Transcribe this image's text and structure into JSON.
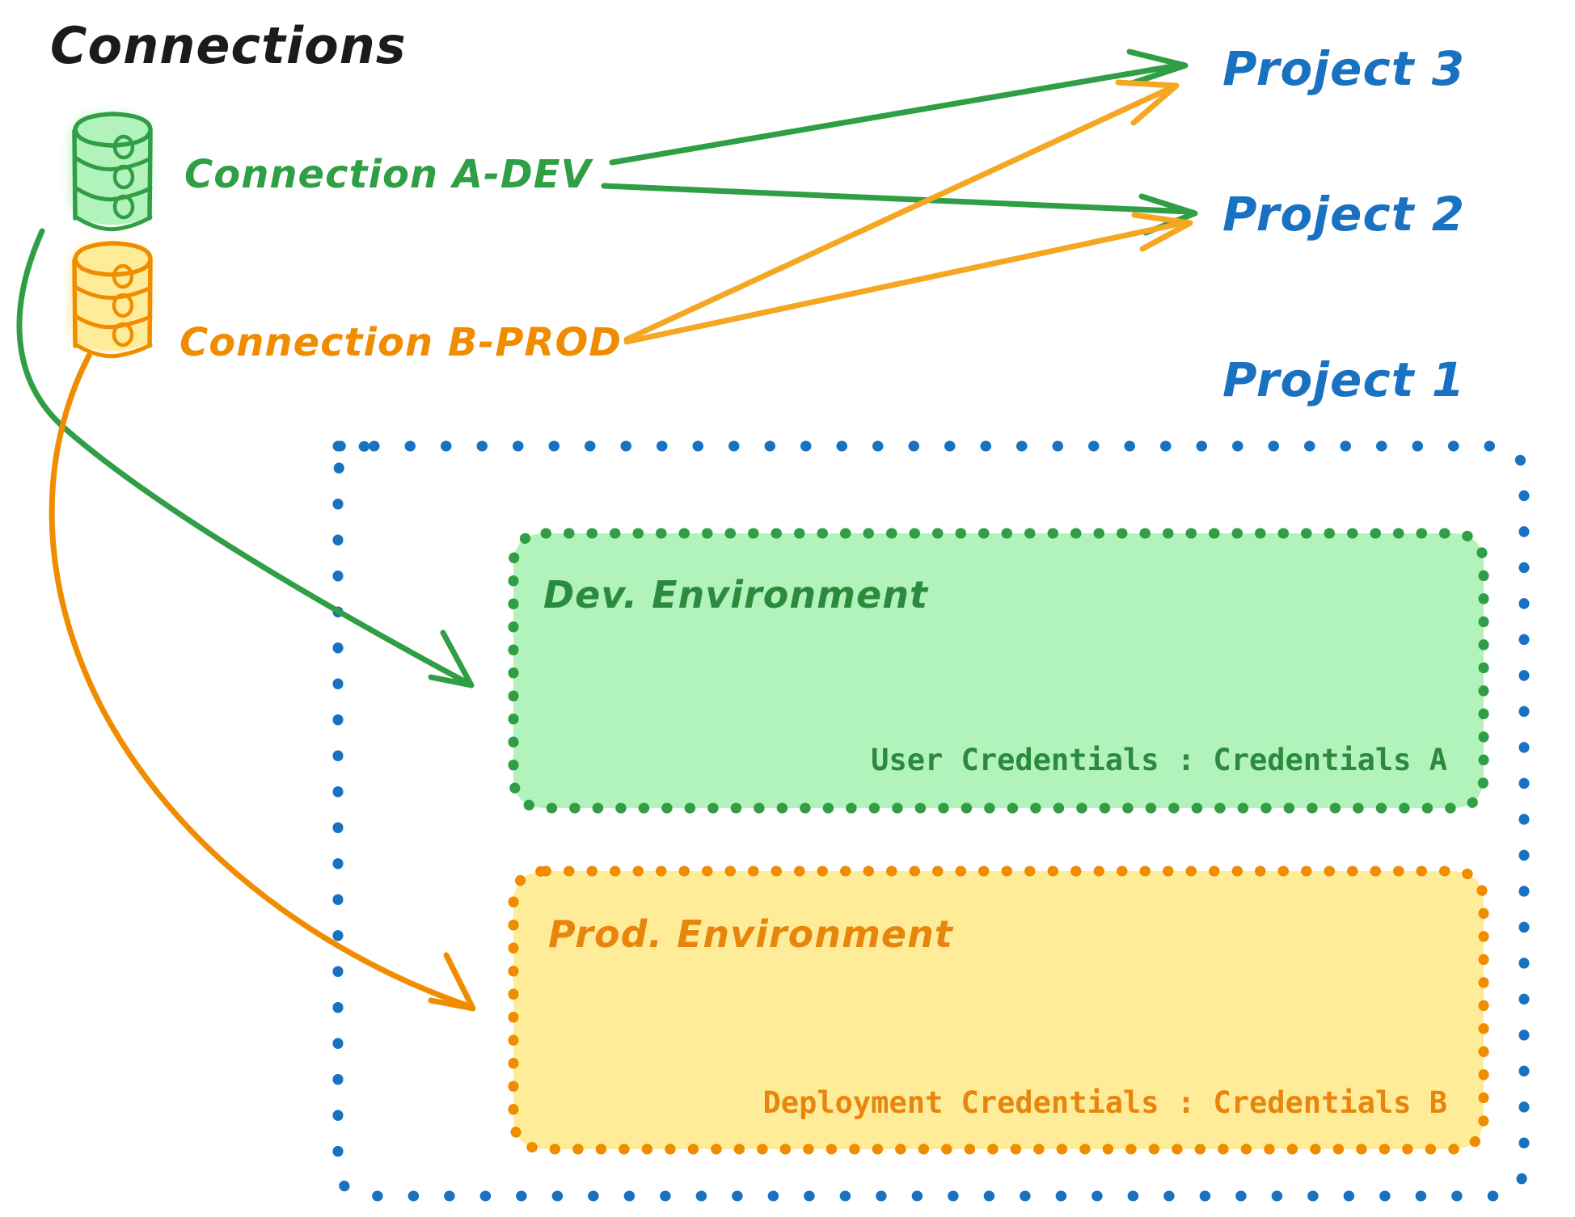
{
  "title": "Connections",
  "colors": {
    "title_text": "#1b1b1b",
    "green_stroke": "#2f9e44",
    "green_fill": "#b2f2bb",
    "green_dark_text": "#2b8a3e",
    "orange_stroke": "#f08c00",
    "orange_fill": "#ffec99",
    "orange_dark_text": "#e8850c",
    "blue_stroke": "#1971c2",
    "blue_text": "#1971c2",
    "background": "#ffffff"
  },
  "connections": [
    {
      "id": "connection-a-dev",
      "label": "Connection A-DEV",
      "icon": "database-icon",
      "color": "#2f9e44",
      "fill": "#b2f2bb",
      "targets": [
        "Project 3",
        "Project 2",
        "Dev. Environment"
      ]
    },
    {
      "id": "connection-b-prod",
      "label": "Connection B-PROD",
      "icon": "database-icon",
      "color": "#f08c00",
      "fill": "#ffec99",
      "targets": [
        "Project 3",
        "Project 2",
        "Prod. Environment"
      ]
    }
  ],
  "projects": [
    {
      "id": "project-3",
      "label": "Project 3"
    },
    {
      "id": "project-2",
      "label": "Project 2"
    },
    {
      "id": "project-1",
      "label": "Project 1"
    }
  ],
  "project1_container": {
    "label": "Project 1",
    "border_style": "dotted",
    "border_color": "#1971c2",
    "environments": [
      {
        "id": "dev-environment",
        "title": "Dev. Environment",
        "credential_label": "User Credentials",
        "credential_separator": ":",
        "credential_value": "Credentials A",
        "credential_line": "User Credentials : Credentials A",
        "fill": "#b2f2bb",
        "border_color": "#2f9e44"
      },
      {
        "id": "prod-environment",
        "title": "Prod. Environment",
        "credential_label": "Deployment Credentials",
        "credential_separator": ":",
        "credential_value": "Credentials B",
        "credential_line": "Deployment Credentials : Credentials B",
        "fill": "#ffec99",
        "border_color": "#f08c00"
      }
    ]
  },
  "arrows": [
    {
      "id": "a-dev-to-project3",
      "color": "#2f9e44"
    },
    {
      "id": "a-dev-to-project2",
      "color": "#2f9e44"
    },
    {
      "id": "a-dev-to-dev-env",
      "color": "#2f9e44"
    },
    {
      "id": "b-prod-to-project3",
      "color": "#f5a623"
    },
    {
      "id": "b-prod-to-project2",
      "color": "#f5a623"
    },
    {
      "id": "b-prod-to-prod-env",
      "color": "#f08c00"
    }
  ]
}
